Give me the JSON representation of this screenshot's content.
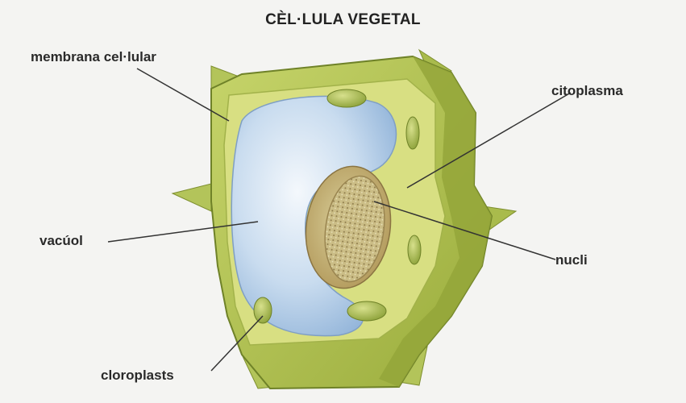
{
  "diagram": {
    "title": "CÈL·LULA VEGETAL",
    "labels": {
      "membrana": "membrana cel·lular",
      "citoplasma": "citoplasma",
      "vacuol": "vacúol",
      "nucli": "nucli",
      "cloroplasts": "cloroplasts"
    }
  },
  "colors": {
    "background": "#f4f4f2",
    "cell_wall": "#b8c85a",
    "cytoplasm": "#d6dd7a",
    "vacuole": "#a9c8e6",
    "nucleus": "#c8b27a",
    "chloroplast": "#a7b84a",
    "label_text": "#2a2a2a"
  }
}
